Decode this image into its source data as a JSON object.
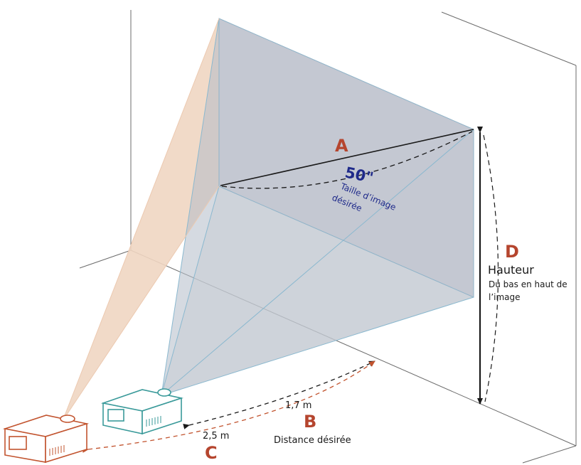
{
  "labels": {
    "a": "A",
    "b": "B",
    "c": "C",
    "d": "D",
    "size_value": "50\"",
    "size_caption_line1": "Taille d’image",
    "size_caption_line2": "désirée",
    "dist_near": "1,7 m",
    "dist_far": "2,5 m",
    "distance_caption": "Distance désirée",
    "height_title": "Hauteur",
    "height_caption_line1": "Du bas en haut de",
    "height_caption_line2": "l’image"
  },
  "colors": {
    "label_accent": "#b5452e",
    "size_text": "#1f2a8a",
    "near_projector": "#3a9a9a",
    "far_projector": "#c2542f",
    "screen_fill": "#c4c8d2",
    "beam_near": "#9db3c6",
    "beam_far": "#f3ddcc"
  }
}
